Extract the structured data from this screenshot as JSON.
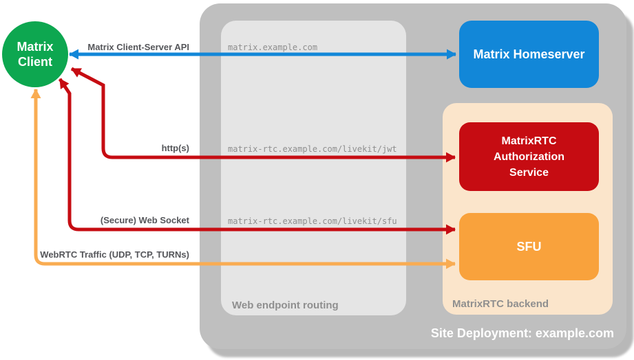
{
  "colors": {
    "green": "#0DA750",
    "blue": "#1287D8",
    "red": "#C60C12",
    "orange": "#F9A23C",
    "orange-line": "#F9AC52",
    "peach": "#FBE5CB",
    "outer-gray": "#BFBFBF",
    "inner-gray": "#E5E5E5",
    "zone-label": "#8F8F8F",
    "url-gray": "#8E8E8E",
    "conn-label": "#55565A"
  },
  "client": {
    "label": "Matrix Client"
  },
  "deployment": {
    "label": "Site Deployment: example.com",
    "web_endpoint_routing": {
      "label": "Web endpoint routing",
      "endpoints": [
        "matrix.example.com",
        "matrix-rtc.example.com/livekit/jwt",
        "matrix-rtc.example.com/livekit/sfu"
      ]
    },
    "homeserver": {
      "label": "Matrix Homeserver"
    },
    "matrixrtc_backend": {
      "label": "MatrixRTC backend",
      "authorization_service": {
        "label": "MatrixRTC Authorization Service"
      },
      "sfu": {
        "label": "SFU"
      }
    }
  },
  "connections": [
    {
      "label": "Matrix Client-Server API",
      "endpoint": "matrix.example.com",
      "color": "#1287D8"
    },
    {
      "label": "http(s)",
      "endpoint": "matrix-rtc.example.com/livekit/jwt",
      "color": "#C60C12"
    },
    {
      "label": "(Secure) Web Socket",
      "endpoint": "matrix-rtc.example.com/livekit/sfu",
      "color": "#C60C12"
    },
    {
      "label": "WebRTC Traffic (UDP, TCP, TURNs)",
      "endpoint": "",
      "color": "#F9AC52"
    }
  ]
}
